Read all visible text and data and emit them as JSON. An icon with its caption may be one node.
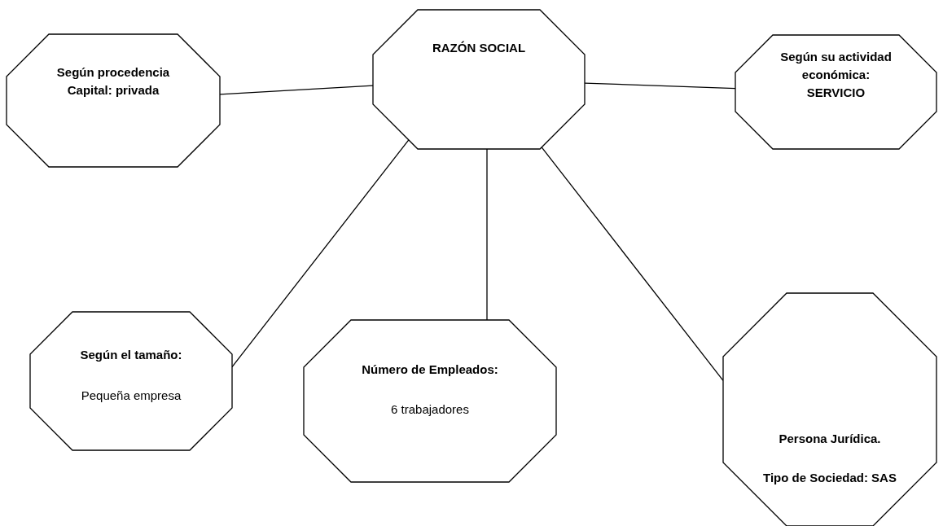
{
  "diagram": {
    "nodes": [
      {
        "text": [
          "RAZÓN SOCIAL"
        ]
      },
      {
        "text": [
          "Según procedencia Capital: privada"
        ]
      },
      {
        "text": [
          "Según su actividad económica: SERVICIO"
        ]
      },
      {
        "text": [
          "Según el tamaño:",
          "Pequeña empresa"
        ]
      },
      {
        "text": [
          "Número de Empleados:",
          "6 trabajadores"
        ]
      },
      {
        "text": [
          "Persona Jurídica.",
          "Tipo de Sociedad: SAS"
        ]
      }
    ],
    "edges": [
      {
        "from": 0,
        "to": 1,
        "arrow": "none"
      },
      {
        "from": 0,
        "to": 2,
        "arrow": "none"
      },
      {
        "from": 0,
        "to": 3,
        "arrow": "none"
      },
      {
        "from": 0,
        "to": 4,
        "arrow": "none"
      },
      {
        "from": 0,
        "to": 5,
        "arrow": "none"
      }
    ]
  }
}
